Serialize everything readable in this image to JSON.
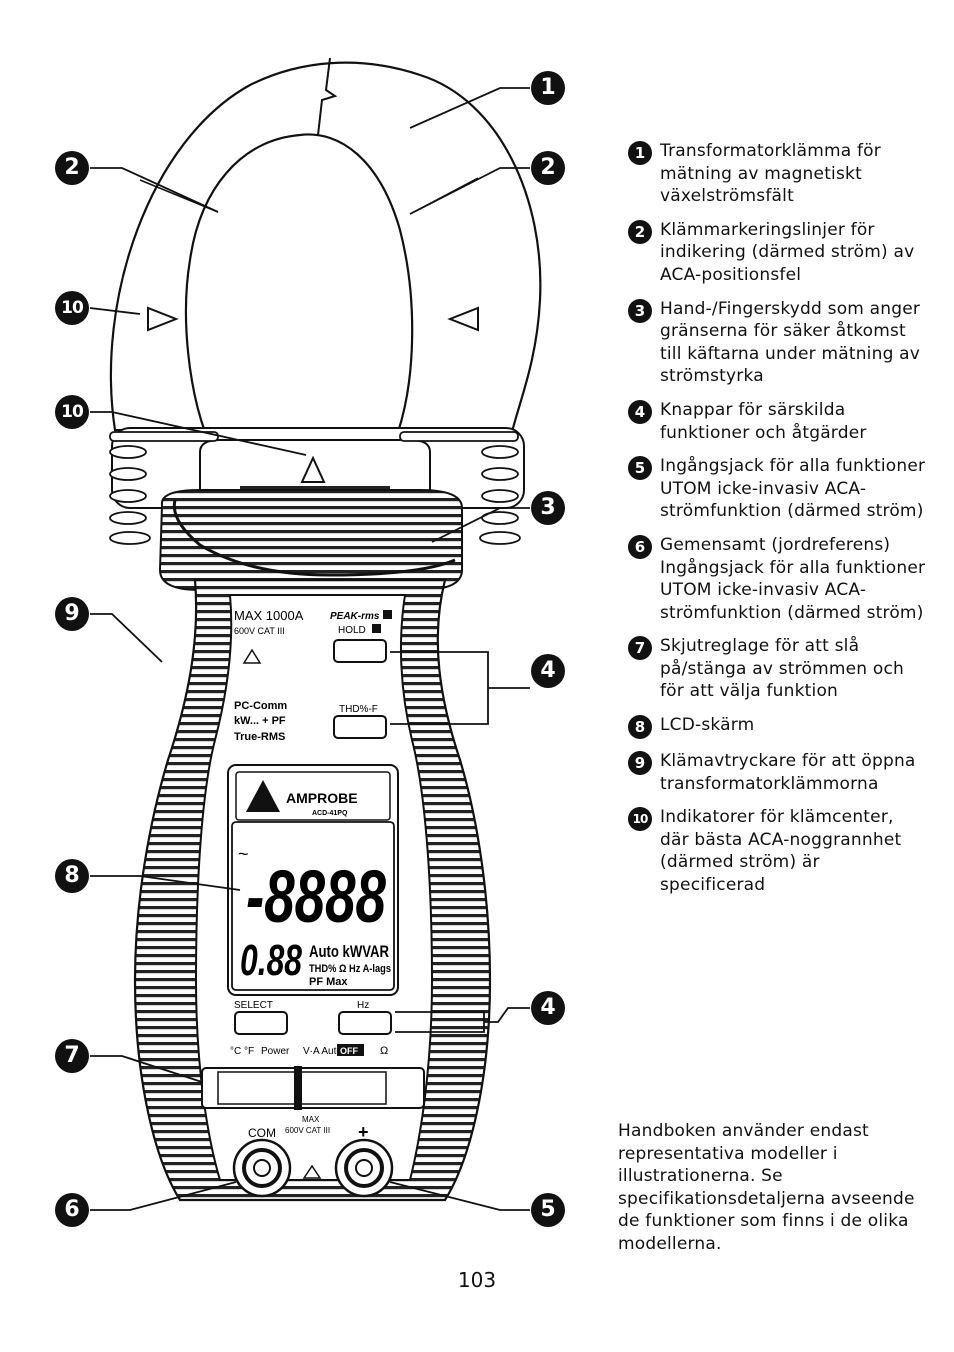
{
  "meter": {
    "brand": "AMPROBE",
    "model": "ACD-41PQ",
    "max_rating": "MAX 1000A",
    "cat_rating": "600V CAT III",
    "peak_label": "PEAK-rms",
    "hold_label": "HOLD",
    "thd_label": "THD%-F",
    "features": [
      "PC-Comm",
      "kW... + PF",
      "True-RMS"
    ],
    "lcd_main": "-8888",
    "lcd_secondary": "0.88",
    "lcd_units_1": "Auto kWVAR",
    "lcd_units_2": "THD% Ω Hz A-lags",
    "lcd_units_3": "PF Max",
    "select_label": "SELECT",
    "hz_label": "Hz",
    "switch_labels": [
      "°C °F",
      "Power",
      "V·A Auto",
      "OFF",
      "Ω"
    ],
    "com_label": "COM",
    "jack_max": "MAX",
    "jack_cat": "600V CAT III",
    "plus_label": "+"
  },
  "callouts": [
    "1",
    "2",
    "2",
    "10",
    "10",
    "3",
    "9",
    "4",
    "8",
    "4",
    "7",
    "6",
    "5"
  ],
  "legend": [
    {
      "num": "1",
      "text": "Transformatorklämma för mätning av magnetiskt växelströmsfält"
    },
    {
      "num": "2",
      "text": "Klämmarkeringslinjer för indikering (därmed ström) av ACA-positionsfel"
    },
    {
      "num": "3",
      "text": "Hand-/Fingerskydd som anger gränserna för säker åtkomst till käftarna under mätning av strömstyrka"
    },
    {
      "num": "4",
      "text": "Knappar för särskilda funktioner och åtgärder"
    },
    {
      "num": "5",
      "text": "Ingångsjack för alla funktioner UTOM icke-invasiv ACA-strömfunktion (därmed ström)"
    },
    {
      "num": "6",
      "text": "Gemensamt (jordreferens) Ingångsjack för alla funktioner UTOM icke-invasiv ACA-strömfunktion (därmed ström)"
    },
    {
      "num": "7",
      "text": "Skjutreglage för att slå på/stänga av strömmen och för att välja funktion"
    },
    {
      "num": "8",
      "text": "LCD-skärm"
    },
    {
      "num": "9",
      "text": "Klämavtryckare för att öppna transformatorklämmorna"
    },
    {
      "num": "10",
      "text": "Indikatorer för klämcenter, där bästa ACA-noggrannhet (därmed ström) är specificerad"
    }
  ],
  "note": "Handboken använder endast representativa modeller i illustrationerna. Se specifikationsdetaljerna avseende de funktioner som finns i de olika modellerna.",
  "page_number": "103"
}
